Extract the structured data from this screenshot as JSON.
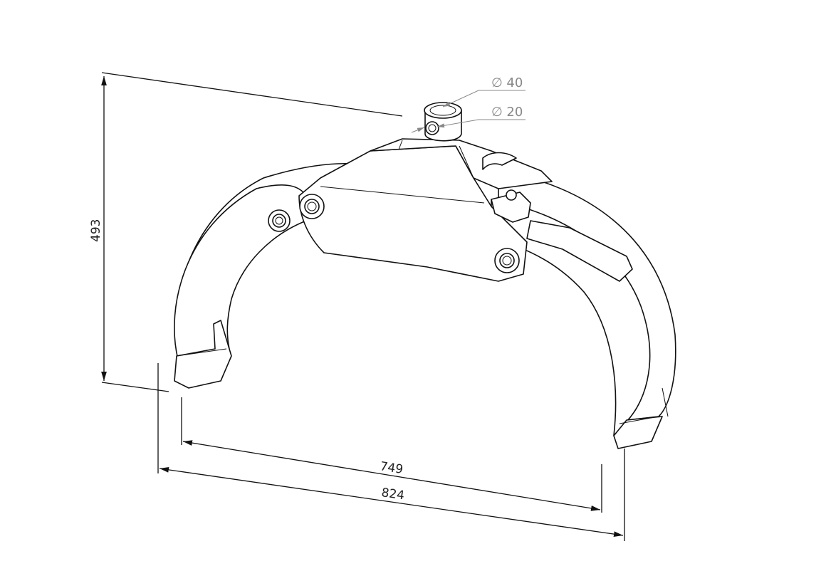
{
  "drawing": {
    "dimensions": {
      "height": "493",
      "inner_width": "749",
      "outer_width": "824"
    },
    "callouts": {
      "outer_diameter": "∅ 40",
      "inner_diameter": "∅ 20"
    },
    "colors": {
      "line": "#111111",
      "callout": "#888888"
    }
  }
}
